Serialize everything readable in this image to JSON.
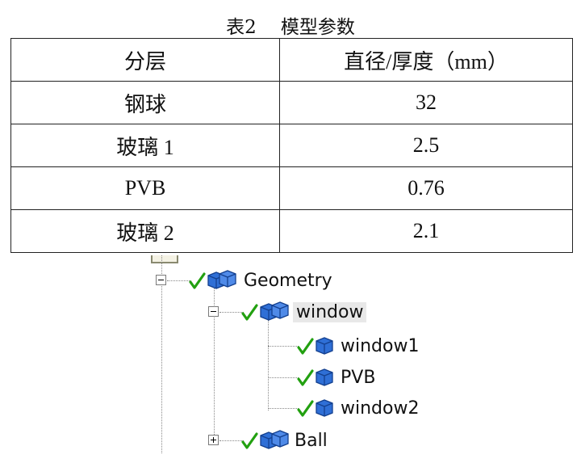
{
  "table": {
    "caption_num": "表2",
    "caption_title": "模型参数",
    "headers": [
      "分层",
      "直径/厚度（mm）"
    ],
    "rows": [
      [
        "钢球",
        "32"
      ],
      [
        "玻璃 1",
        "2.5"
      ],
      [
        "PVB",
        "0.76"
      ],
      [
        "玻璃 2",
        "2.1"
      ]
    ]
  },
  "tree": {
    "geometry": "Geometry",
    "window": "window",
    "window1": "window1",
    "pvb": "PVB",
    "window2": "window2",
    "ball": "Ball",
    "icons": {
      "check": "green-check-icon",
      "part": "blue-cube-icon",
      "multi_part": "blue-cubes-icon"
    },
    "colors": {
      "check": "#22a010",
      "cube": "#2f6fd6",
      "cube_dark": "#14408f",
      "selection": "#e8e8e8"
    }
  }
}
